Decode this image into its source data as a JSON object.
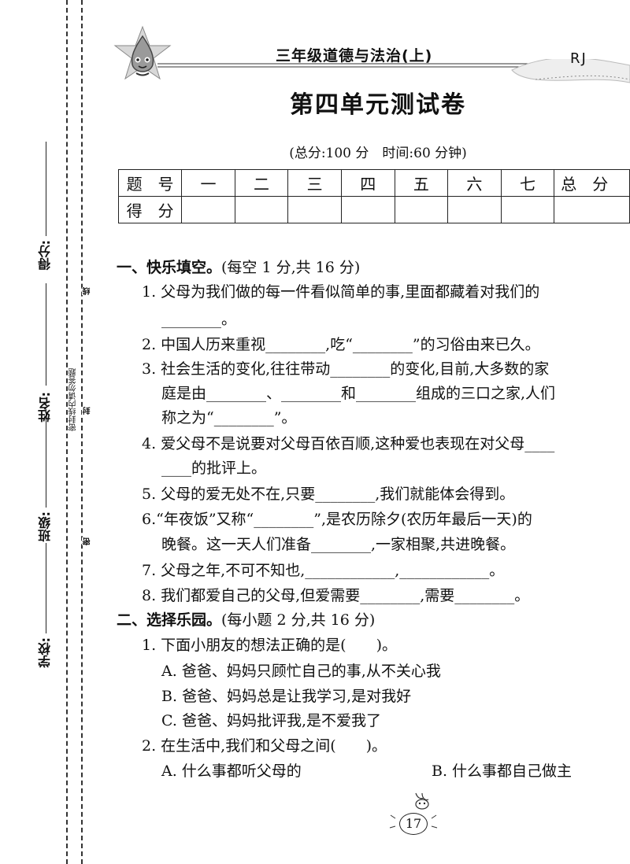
{
  "binding": {
    "school_label": "学校:",
    "class_label": "班级:",
    "name_label": "姓名:",
    "score_label": "得分:",
    "notice": "密封线内请勿答题",
    "mark_xian": "线",
    "mark_feng": "封",
    "mark_mi": "密"
  },
  "header": {
    "subject": "三年级道德与法治(上)",
    "edition": "RJ",
    "title": "第四单元测试卷",
    "info": "(总分:100 分　时间:60 分钟)"
  },
  "score_table": {
    "row1_head": "题　号",
    "cols": [
      "一",
      "二",
      "三",
      "四",
      "五",
      "六",
      "七",
      "总　分"
    ],
    "row2_head": "得　分"
  },
  "section1": {
    "heading": "一、快乐填空。",
    "note": "(每空 1 分,共 16 分)",
    "lines": [
      "1. 父母为我们做的每一件看似简单的事,里面都藏着对我们的",
      "________。",
      "2. 中国人历来重视________,吃“________”的习俗由来已久。",
      "3. 社会生活的变化,往往带动________的变化,目前,大多数的家",
      "庭是由________、________和________组成的三口之家,人们",
      "称之为“________”。",
      "4. 爱父母不是说要对父母百依百顺,这种爱也表现在对父母____",
      "____的批评上。",
      "5. 父母的爱无处不在,只要________,我们就能体会得到。",
      "6.“年夜饭”又称“________”,是农历除夕(农历年最后一天)的",
      "晚餐。这一天人们准备________,一家相聚,共进晚餐。",
      "7. 父母之年,不可不知也,____________,____________。",
      "8. 我们都爱自己的父母,但爱需要________,需要________。"
    ]
  },
  "section2": {
    "heading": "二、选择乐园。",
    "note": "(每小题 2 分,共 16 分)",
    "lines": [
      "1. 下面小朋友的想法正确的是(　　)。",
      "A. 爸爸、妈妈只顾忙自己的事,从不关心我",
      "B. 爸爸、妈妈总是让我学习,是对我好",
      "C. 爸爸、妈妈批评我,是不爱我了",
      "2. 在生活中,我们和父母之间(　　)。",
      "A. 什么事都听父母的",
      "B. 什么事都自己做主"
    ]
  },
  "footer": {
    "page_number": "17"
  }
}
